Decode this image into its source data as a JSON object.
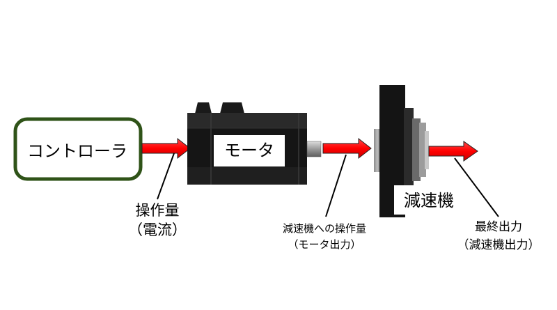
{
  "diagram": {
    "controller": {
      "label": "コントローラ",
      "border_color": "#2f5318"
    },
    "motor": {
      "label": "モータ"
    },
    "reducer": {
      "label": "減速機"
    },
    "arrow_color": "#ff0000",
    "annotations": {
      "current": {
        "line1": "操作量",
        "line2": "（電流）"
      },
      "reducer_input": {
        "line1": "減速機への操作量",
        "line2": "（モータ出力）"
      },
      "final_output": {
        "line1": "最終出力",
        "line2": "（減速機出力）"
      }
    }
  }
}
